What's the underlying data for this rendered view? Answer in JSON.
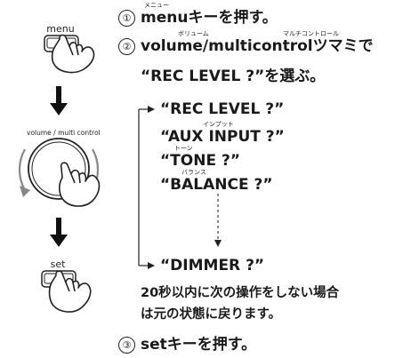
{
  "steps": [
    {
      "num": "①",
      "text": "menuキーを押す。",
      "ruby": "メニュー"
    },
    {
      "num": "②",
      "text": "volume/multicontrolツマミで",
      "ruby_a": "ボリューム",
      "ruby_b": "マルチコントロール"
    },
    {
      "num": "",
      "text": "“REC LEVEL ?”を選ぶ。"
    },
    {
      "num": "③",
      "text": "setキーを押す。"
    }
  ],
  "options": [
    {
      "label": "“REC LEVEL ?”",
      "ruby": ""
    },
    {
      "label": "“AUX INPUT ?”",
      "ruby": "インプット"
    },
    {
      "label": "“TONE ?”",
      "ruby": "トーン"
    },
    {
      "label": "“BALANCE ?”",
      "ruby": "バランス"
    },
    {
      "label": "“DIMMER ?”",
      "ruby": ""
    }
  ],
  "note": {
    "line1": "20秒以内に次の操作をしない場合",
    "line2": "は元の状態に戻ります。"
  },
  "buttons": {
    "menu": "menu",
    "knob": "volume / multi control",
    "set": "set"
  }
}
